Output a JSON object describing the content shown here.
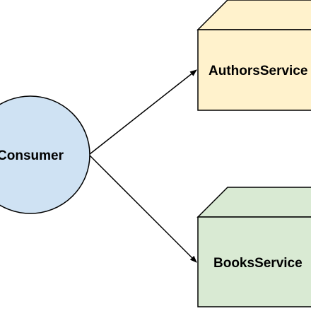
{
  "diagram": {
    "nodes": {
      "consumer": {
        "label": "Consumer",
        "shape": "ellipse",
        "fill": "#cfe2f3",
        "stroke": "#000000"
      },
      "authors_service": {
        "label": "AuthorsService",
        "shape": "cube",
        "fill": "#fff2cc",
        "side_fill": "#fff2cc",
        "stroke": "#000000"
      },
      "books_service": {
        "label": "BooksService",
        "shape": "cube",
        "fill": "#d9ead3",
        "side_fill": "#d9ead3",
        "stroke": "#000000"
      }
    },
    "edges": [
      {
        "from": "consumer",
        "to": "authors_service",
        "style": "arrow"
      },
      {
        "from": "consumer",
        "to": "books_service",
        "style": "arrow"
      }
    ]
  }
}
